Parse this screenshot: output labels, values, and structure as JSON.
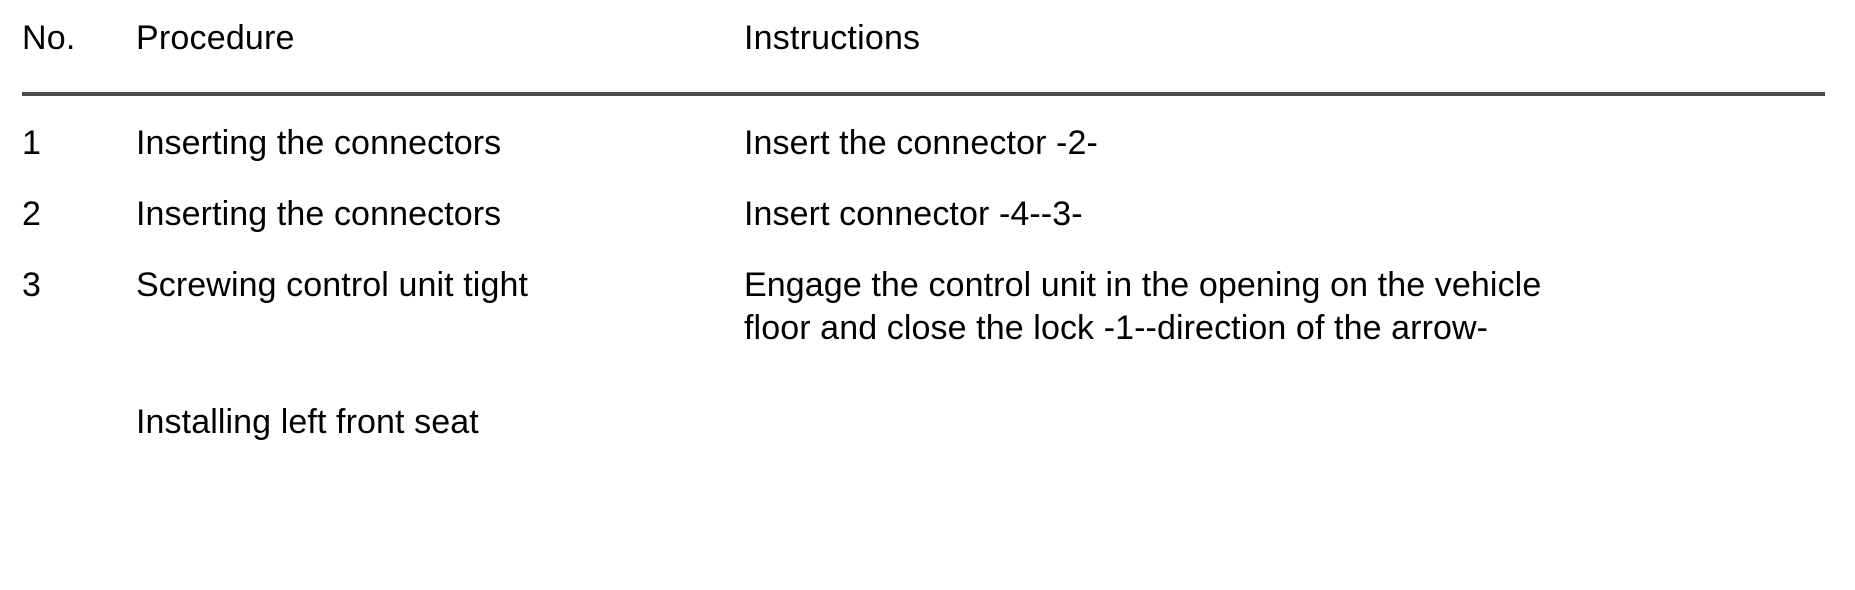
{
  "table": {
    "columns": [
      {
        "key": "no",
        "label": "No."
      },
      {
        "key": "procedure",
        "label": "Procedure"
      },
      {
        "key": "instructions",
        "label": "Instructions"
      }
    ],
    "rule_color": "#4d4d4d",
    "rows": [
      {
        "no": "1",
        "procedure": "Inserting the connectors",
        "instructions": [
          "Insert the connector -2-"
        ]
      },
      {
        "no": "2",
        "procedure": "Inserting the connectors",
        "instructions": [
          "Insert connector -4--3-"
        ]
      },
      {
        "no": "3",
        "procedure": "Screwing control unit tight",
        "instructions": [
          "Engage the control unit in the opening on the vehicle",
          "floor and close the lock -1--direction of the arrow-"
        ]
      },
      {
        "no": "",
        "procedure": "Installing left front seat",
        "instructions": []
      }
    ]
  }
}
